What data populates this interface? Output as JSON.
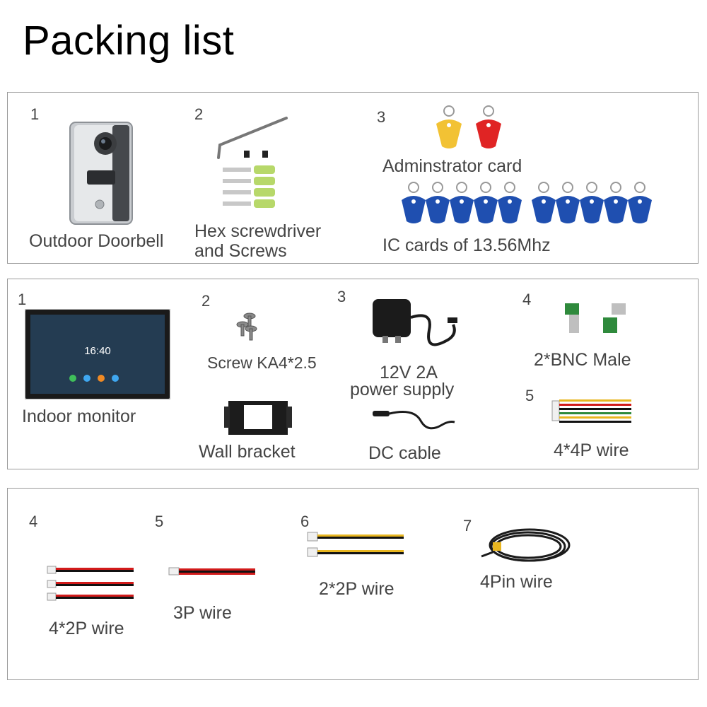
{
  "title": "Packing list",
  "panel1": {
    "items": [
      {
        "num": "1",
        "label": "Outdoor Doorbell"
      },
      {
        "num": "2",
        "label_line1": "Hex screwdriver",
        "label_line2": "and Screws"
      },
      {
        "num": "3",
        "label": "Adminstrator card",
        "label2": "IC cards of 13.56Mhz"
      }
    ]
  },
  "panel2": {
    "items": [
      {
        "num": "1",
        "label": "Indoor monitor",
        "screen_time": "16:40"
      },
      {
        "num": "2",
        "label": "Screw KA4*2.5",
        "label2": "Wall bracket"
      },
      {
        "num": "3",
        "label_line1": "12V 2A",
        "label_line2": "power supply",
        "label2": "DC cable"
      },
      {
        "num": "4",
        "label": "2*BNC Male"
      },
      {
        "num": "5",
        "label": "4*4P wire"
      }
    ]
  },
  "panel3": {
    "items": [
      {
        "num": "4",
        "label": "4*2P wire"
      },
      {
        "num": "5",
        "label": "3P wire"
      },
      {
        "num": "6",
        "label": "2*2P wire"
      },
      {
        "num": "7",
        "label": "4Pin wire"
      }
    ]
  },
  "colors": {
    "border": "#9a9a9a",
    "card_blue": "#1f4fb0",
    "card_yellow": "#f2c234",
    "card_red": "#e02424",
    "wire_red": "#d21b1b",
    "wire_black": "#111111",
    "wire_yellow": "#e8b620"
  }
}
